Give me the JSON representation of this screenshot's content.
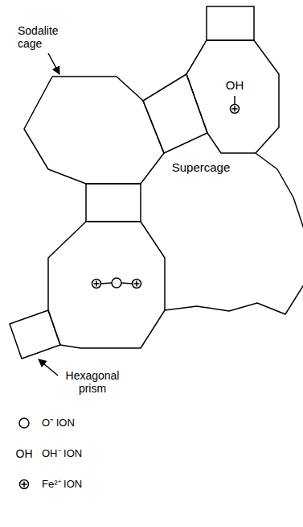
{
  "diagram": {
    "labels": [
      "Sodalite cage",
      "OH",
      "Supercage",
      "Hexagonal prism",
      "OH"
    ],
    "legend": [
      {
        "text": "O⁼ ION"
      },
      {
        "text": "OH⁻ ION"
      },
      {
        "text": "Fe²⁺ ION"
      }
    ]
  }
}
